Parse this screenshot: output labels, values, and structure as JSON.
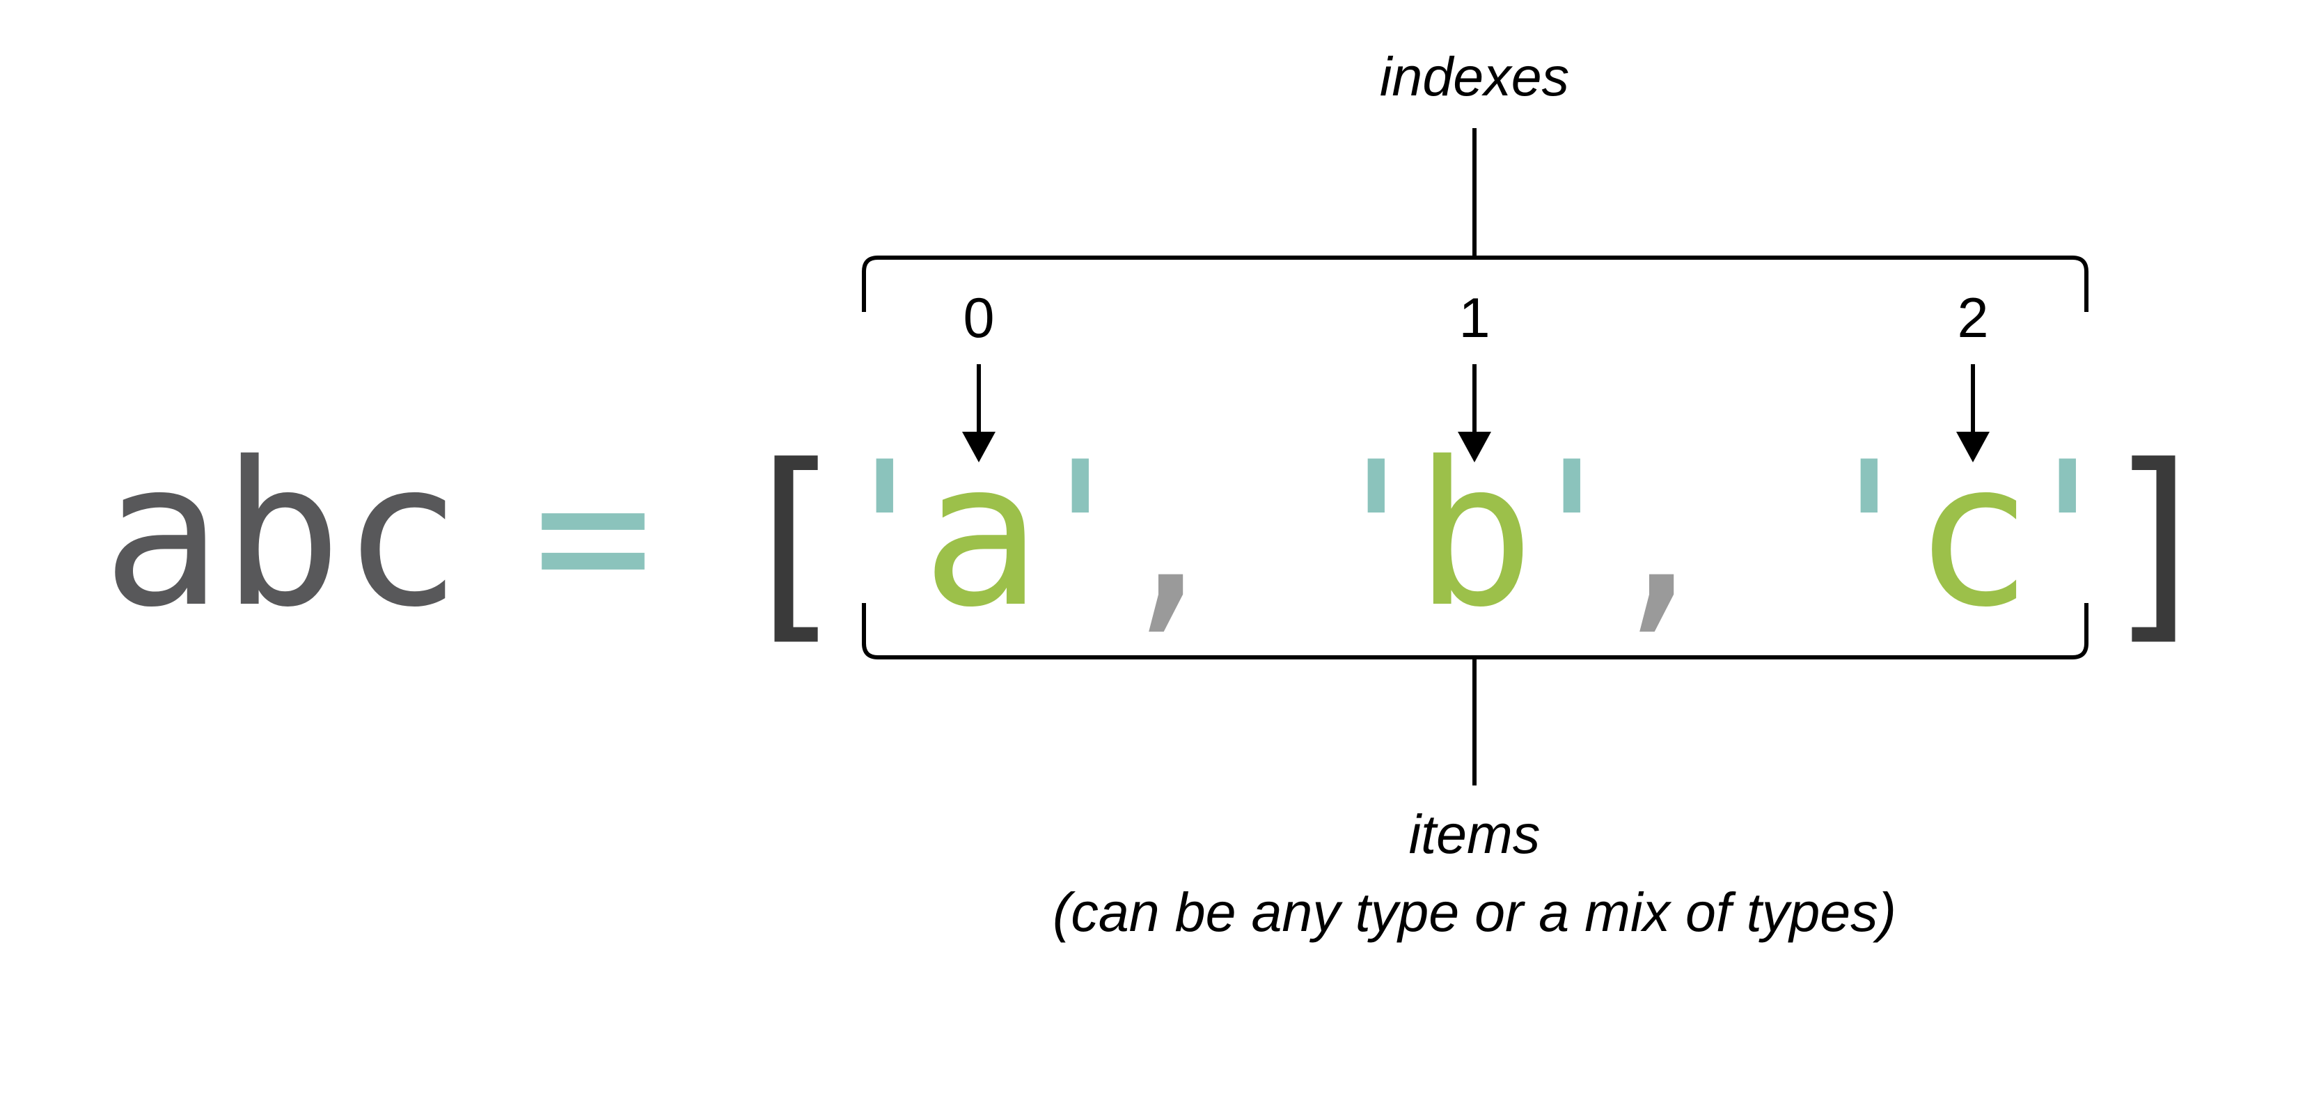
{
  "labels": {
    "indexes": "indexes",
    "items_line1": "items",
    "items_line2": "(can be any type or a mix of types)"
  },
  "indexes": [
    "0",
    "1",
    "2"
  ],
  "code": {
    "name": "abc",
    "equals": "=",
    "open_bracket": "[",
    "close_bracket": "]",
    "quote": "'",
    "comma": ",",
    "items": [
      "a",
      "b",
      "c"
    ]
  },
  "colors": {
    "variable": "#58585a",
    "operator": "#8bc3bc",
    "item": "#9cc04a",
    "comma": "#9a9a9a",
    "bracket": "#3a3a3a",
    "annotation": "#000000"
  }
}
